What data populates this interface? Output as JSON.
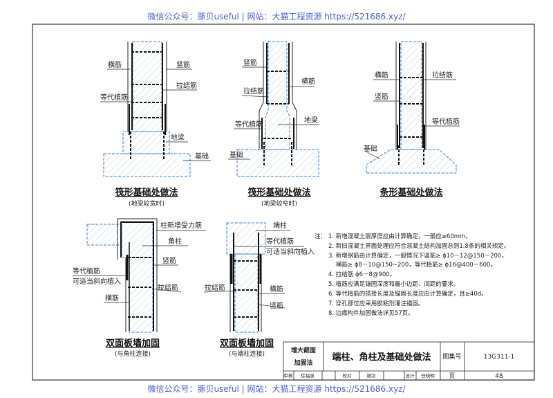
{
  "watermark": {
    "top": "微信公众号：豚贝useful | 网站：大猫工程资源 https://521686.xyz/",
    "bottom": "微信公众号：豚贝useful | 网站：大猫工程资源 https://521686.xyz/"
  },
  "colors": {
    "line": "#222222",
    "concrete_edge": "#3a7fd0",
    "hatch": "#b8c8d8",
    "watermark": "#4a5fd0"
  },
  "details": [
    {
      "title": "筏形基础处做法",
      "subtitle": "(地梁较宽时)",
      "labels": {
        "hengjin": "横筋",
        "shujin": "竖筋",
        "lajiejin": "拉结筋",
        "dengdai": "等代植筋",
        "diliang": "地梁",
        "jichu": "基础"
      }
    },
    {
      "title": "筏形基础处做法",
      "subtitle": "(地梁较窄时)",
      "labels": {
        "shujin": "竖筋",
        "hengjin": "横筋",
        "lajiejin": "拉结筋",
        "dengdai": "等代植筋",
        "diliang": "地梁",
        "jichu": "基础"
      }
    },
    {
      "title": "条形基础处做法",
      "labels": {
        "hengjin": "横筋",
        "lajiejin": "拉结筋",
        "shujin": "竖筋",
        "dengdai": "等代植筋",
        "jichu": "基础"
      }
    },
    {
      "title": "双面板墙加固",
      "subtitle": "(与角柱连接)",
      "labels": {
        "zhuxinzeng": "柱新增受力筋",
        "jiaozhu": "角柱",
        "shujin": "竖筋",
        "dengdai": "等代植筋",
        "xiexiang": "可适当斜向植入",
        "lajiejin": "拉结筋",
        "hengjin": "横筋"
      }
    },
    {
      "title": "双面板墙加固",
      "subtitle": "(与端柱连接)",
      "labels": {
        "duanzhu": "端柱",
        "dengdai": "等代植筋",
        "xiexiang": "可适当斜向植入",
        "lajiejin": "拉结筋",
        "hengjin": "横筋",
        "shujin": "竖筋"
      }
    }
  ],
  "notes": {
    "prefix": "注：",
    "items": [
      "1. 新增混凝土层厚度应由计算确定，一般应≥60mm。",
      "2. 新旧混凝土界面处理应符合混凝土结构加固总则1.8条的相关规定。",
      "3. 新增钢筋由计算确定，一般情况下竖筋≥ ϕ10－12@150－200，",
      "横筋≥ ϕ8－10@150~200，等代植筋≥ ϕ16@400－600。",
      "4. 拉结筋 ϕ6－8@900。",
      "5. 植筋应满足锚固深度和最小边距、间距的要求。",
      "6. 等代植筋的搭接长度及锚固长度应由计算确定，且≥40d。",
      "7. 穿孔部位应采用胶粘剂灌注锚固。",
      "8. 边缘构件加固做法详见57页。"
    ]
  },
  "title_block": {
    "category": [
      "增大截面",
      "加固法"
    ],
    "title": "端柱、角柱及基础处做法",
    "atlas_label": "图集号",
    "atlas_no": "13G311-1",
    "review_label": "审核",
    "reviewer": "徐福泉",
    "check_label": "校对",
    "checker": "谢剑",
    "design_label": "设计",
    "designer": "任晓明",
    "page_label": "页",
    "page_no": "48"
  }
}
